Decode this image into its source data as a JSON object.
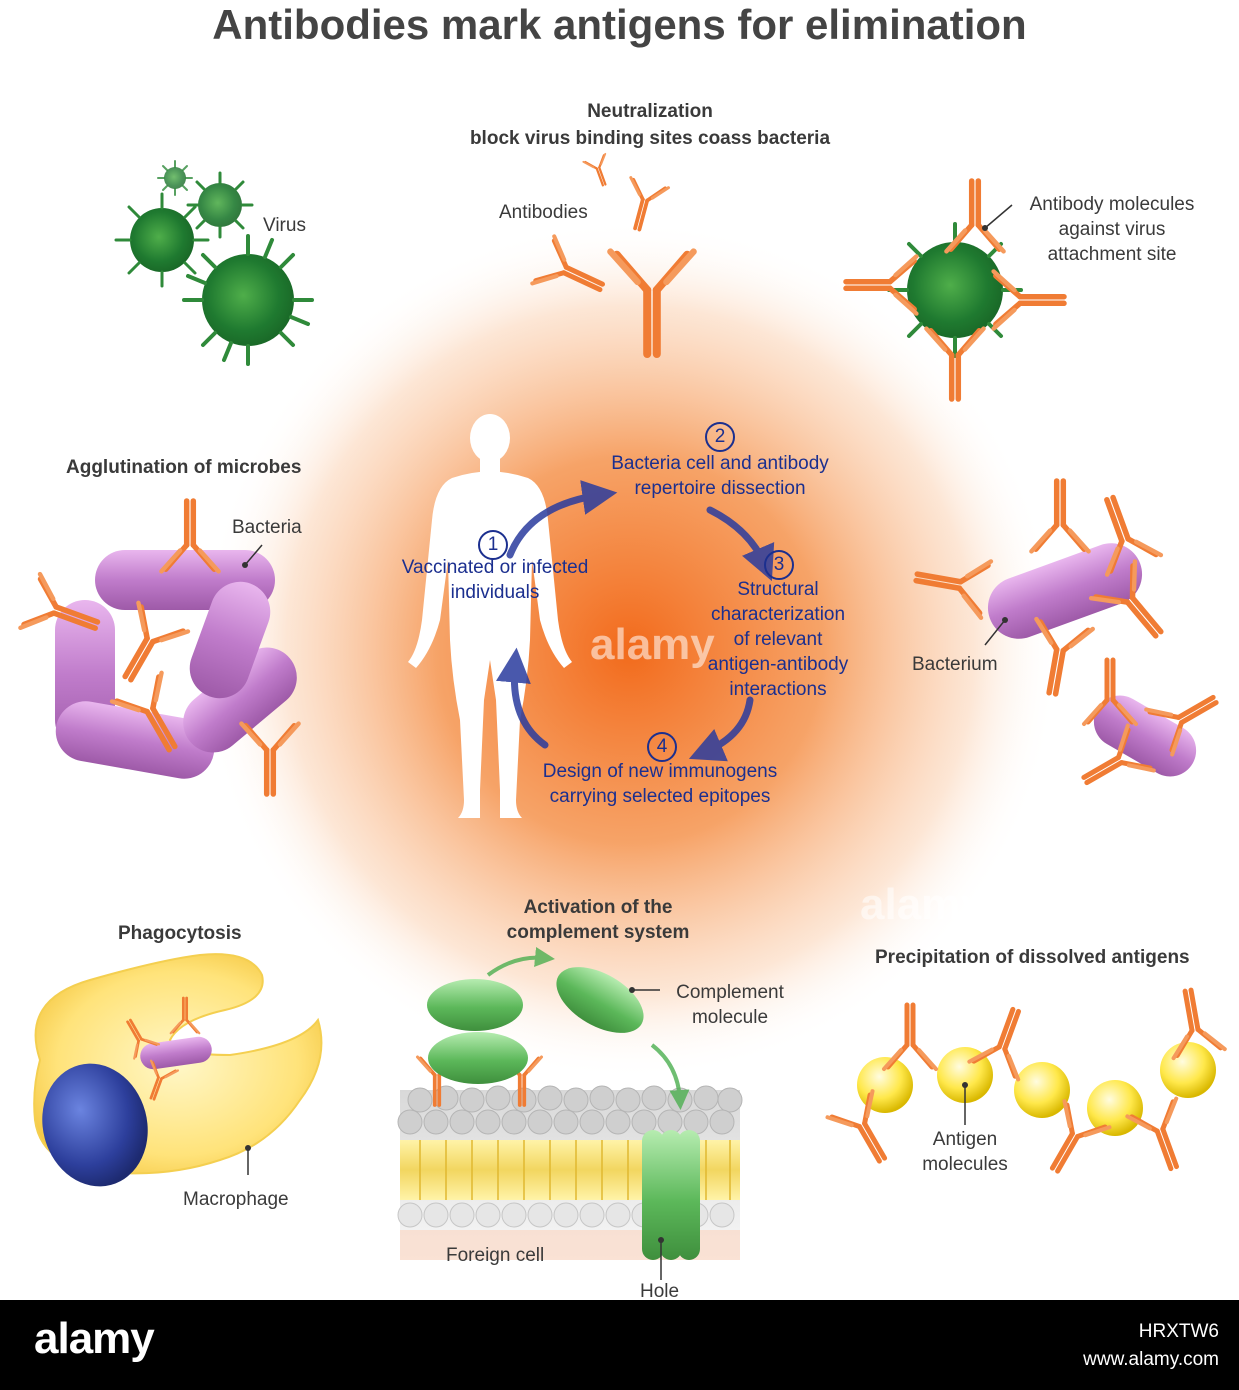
{
  "title": "Antibodies mark antigens for elimination",
  "neutralization": {
    "heading": "Neutralization",
    "subheading": "block virus binding sites coass bacteria",
    "antibodies_label": "Antibodies",
    "virus_label": "Virus",
    "molecules_label_line1": "Antibody molecules",
    "molecules_label_line2": "against virus",
    "molecules_label_line3": "attachment site"
  },
  "agglutination": {
    "heading": "Agglutination of microbes",
    "bacteria_label": "Bacteria",
    "bacterium_label": "Bacterium"
  },
  "cycle": {
    "step1": {
      "num": "1",
      "line1": "Vaccinated or infected",
      "line2": "individuals"
    },
    "step2": {
      "num": "2",
      "line1": "Bacteria cell and antibody",
      "line2": "repertoire dissection"
    },
    "step3": {
      "num": "3",
      "line1": "Structural",
      "line2": "characterization",
      "line3": "of relevant",
      "line4": "antigen-antibody",
      "line5": "interactions"
    },
    "step4": {
      "num": "4",
      "line1": "Design of new immunogens",
      "line2": "carrying selected epitopes"
    }
  },
  "phagocytosis": {
    "heading": "Phagocytosis",
    "macrophage_label": "Macrophage"
  },
  "complement": {
    "heading_line1": "Activation of the",
    "heading_line2": "complement system",
    "molecule_line1": "Complement",
    "molecule_line2": "molecule",
    "foreign_cell_label": "Foreign cell",
    "hole_label": "Hole"
  },
  "precipitation": {
    "heading": "Precipitation of dissolved antigens",
    "antigen_line1": "Antigen",
    "antigen_line2": "molecules"
  },
  "watermark": {
    "text": "alamy"
  },
  "footer": {
    "logo": "alamy",
    "image_id": "HRXTW6",
    "site": "www.alamy.com"
  },
  "colors": {
    "antibody": "#f07c34",
    "virus": "#2f8a3a",
    "bacteria": "#c080c8",
    "complement": "#5cb85a",
    "antigen": "#ffe84a",
    "macrophage": "#ffe680",
    "nucleus": "#2d3f9c",
    "cycle_text": "#1b2f8f",
    "glow": "#f26a1b"
  }
}
